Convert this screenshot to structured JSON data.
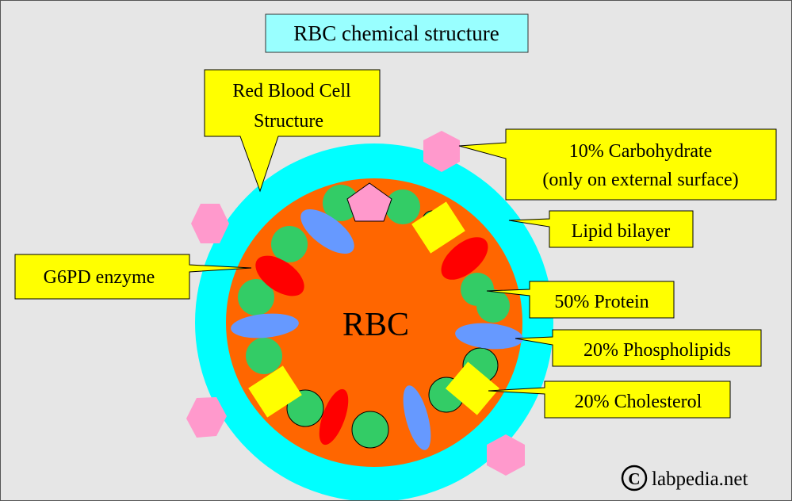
{
  "title": "RBC chemical structure",
  "center_label": "RBC",
  "callouts": {
    "rbc_structure": [
      "Red Blood Cell",
      "Structure"
    ],
    "carbohydrate": [
      "10% Carbohydrate",
      "(only on external surface)"
    ],
    "lipid_bilayer": "Lipid bilayer",
    "g6pd": "G6PD enzyme",
    "protein": "50% Protein",
    "phospholipids": "20% Phospholipids",
    "cholesterol": "20% Cholesterol"
  },
  "copyright": {
    "symbol": "©",
    "text": "labpedia.net"
  },
  "colors": {
    "background": "#e6e6e6",
    "title_box": "#99ffff",
    "callout": "#ffff00",
    "bilayer": "#00ffff",
    "cytoplasm": "#ff6600",
    "protein": "#33cc66",
    "phospholipid": "#6699ff",
    "g6pd": "#ff0000",
    "cholesterol": "#ffff00",
    "carbohydrate": "#ff99cc"
  }
}
